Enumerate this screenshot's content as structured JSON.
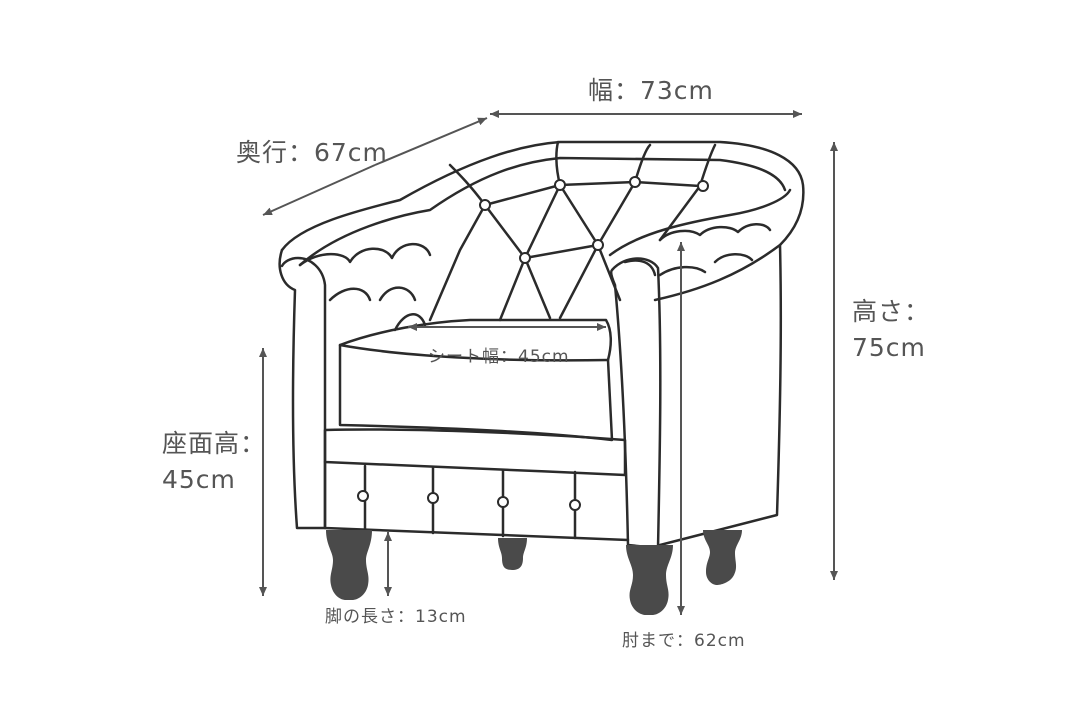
{
  "labels": {
    "width": "幅：73cm",
    "depth": "奥行：67cm",
    "height_line1": "高さ：",
    "height_line2": "75cm",
    "seat_height_line1": "座面高：",
    "seat_height_line2": "45cm",
    "seat_width": "シート幅：45cm",
    "leg_length": "脚の長さ：13cm",
    "arm_height": "肘まで：62cm"
  },
  "colors": {
    "outline": "#2b2b2b",
    "leg": "#4a4a4a",
    "arrow": "#555555",
    "text": "#555555"
  }
}
